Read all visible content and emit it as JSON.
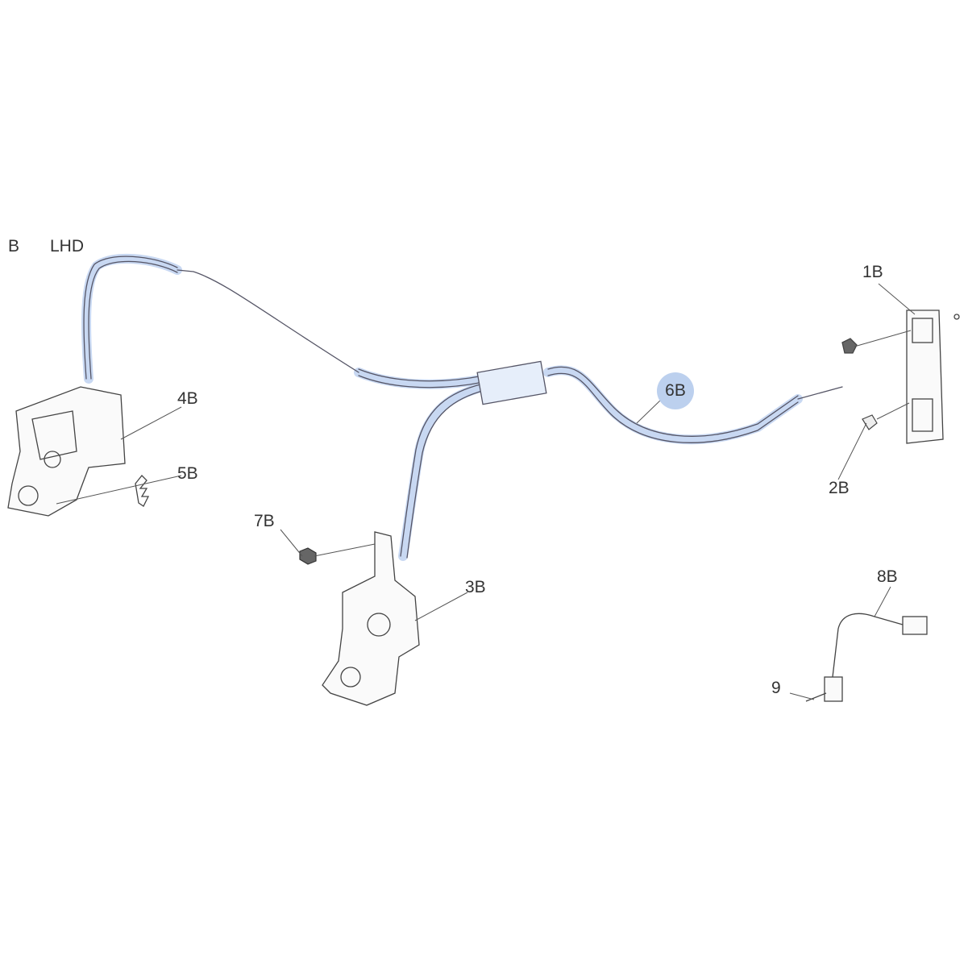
{
  "diagram": {
    "section": "B",
    "variant": "LHD",
    "highlight_color": "#bcd0ee",
    "parts": [
      {
        "ref": "1B"
      },
      {
        "ref": "2B"
      },
      {
        "ref": "3B"
      },
      {
        "ref": "4B"
      },
      {
        "ref": "5B"
      },
      {
        "ref": "6B",
        "highlighted": true
      },
      {
        "ref": "7B"
      },
      {
        "ref": "8B"
      },
      {
        "ref": "9"
      }
    ]
  }
}
